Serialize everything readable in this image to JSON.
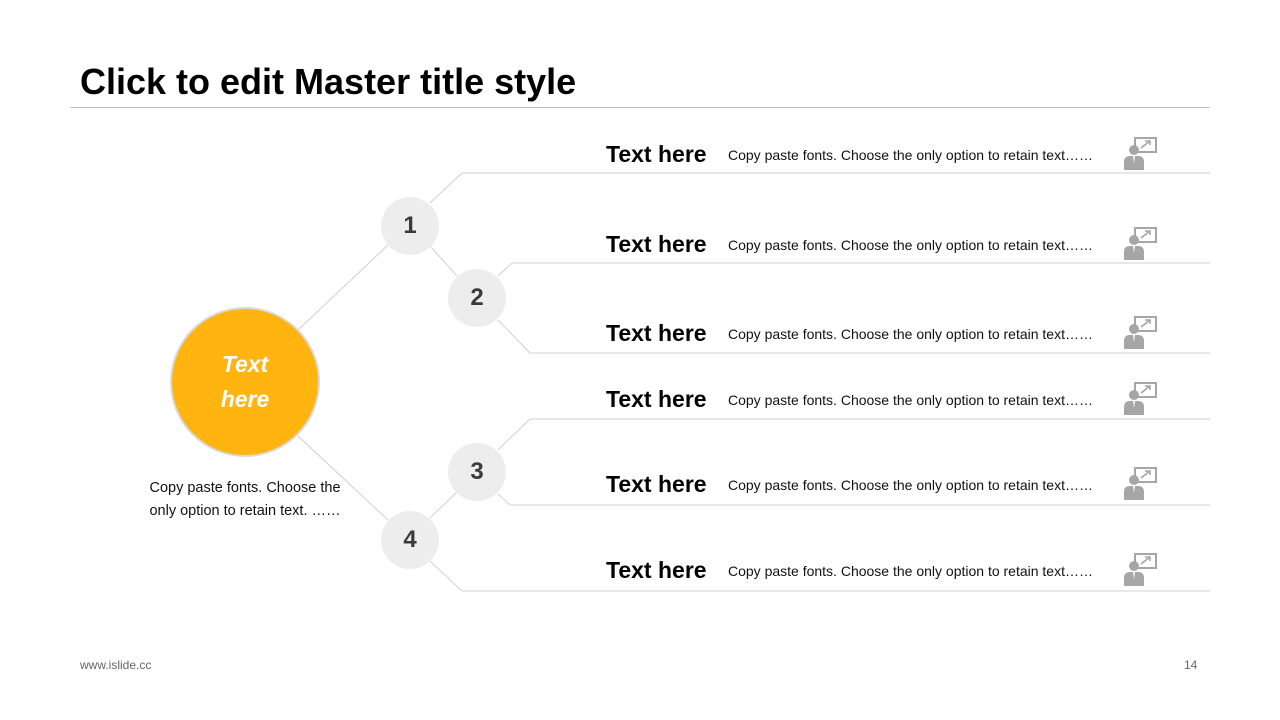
{
  "title": "Click to edit Master title style",
  "center": {
    "label": "Text here",
    "description": "Copy paste fonts. Choose the only option to retain text. ……"
  },
  "nodes": [
    "1",
    "2",
    "3",
    "4"
  ],
  "items": [
    {
      "label": "Text here",
      "text": "Copy paste fonts. Choose the only option to retain text……",
      "icon": "presenter-icon"
    },
    {
      "label": "Text here",
      "text": "Copy paste fonts. Choose the only option to retain text……",
      "icon": "presenter-icon"
    },
    {
      "label": "Text here",
      "text": "Copy paste fonts. Choose the only option to retain text……",
      "icon": "presenter-icon"
    },
    {
      "label": "Text here",
      "text": "Copy paste fonts. Choose the only option to retain text……",
      "icon": "presenter-icon"
    },
    {
      "label": "Text here",
      "text": "Copy paste fonts. Choose the only option to retain text……",
      "icon": "presenter-icon"
    },
    {
      "label": "Text here",
      "text": "Copy paste fonts. Choose the only option to retain text……",
      "icon": "presenter-icon"
    }
  ],
  "footer": {
    "url": "www.islide.cc",
    "page": "14"
  },
  "colors": {
    "accent": "#ffb40f",
    "node_bg": "#ededed",
    "line": "#d0d0d0"
  }
}
